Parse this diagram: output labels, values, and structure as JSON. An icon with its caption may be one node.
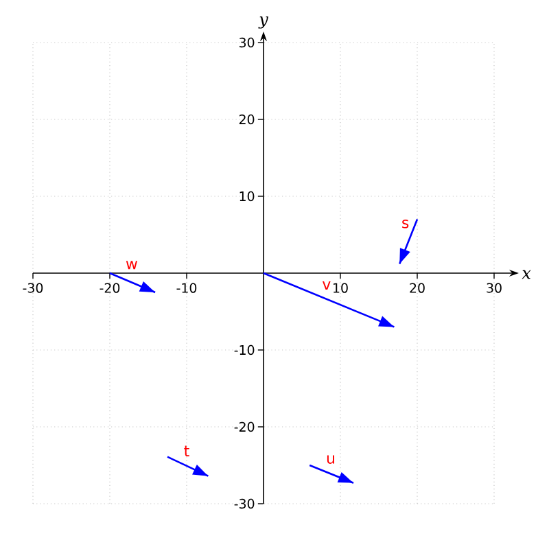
{
  "diagram": {
    "chart_data": {
      "type": "line",
      "xlabel": "x",
      "ylabel": "y",
      "grid": true,
      "xlim": [
        -30,
        30
      ],
      "ylim": [
        -30,
        30
      ],
      "xticks": [
        {
          "value": -30,
          "label": "-30"
        },
        {
          "value": -20,
          "label": "-20"
        },
        {
          "value": -10,
          "label": "-10"
        },
        {
          "value": 10,
          "label": "10"
        },
        {
          "value": 20,
          "label": "20"
        },
        {
          "value": 30,
          "label": "30"
        }
      ],
      "yticks": [
        {
          "value": -30,
          "label": "-30"
        },
        {
          "value": -20,
          "label": "-20"
        },
        {
          "value": -10,
          "label": "-10"
        },
        {
          "value": 10,
          "label": "10"
        },
        {
          "value": 20,
          "label": "20"
        },
        {
          "value": 30,
          "label": "30"
        }
      ],
      "series": [
        {
          "name": "s",
          "color": "#0000ff",
          "x": [
            20,
            17.7
          ],
          "values": [
            7,
            1.2
          ]
        },
        {
          "name": "t",
          "color": "#0000ff",
          "x": [
            -12.5,
            -7.2
          ],
          "values": [
            -23.9,
            -26.4
          ]
        },
        {
          "name": "u",
          "color": "#0000ff",
          "x": [
            6,
            11.7
          ],
          "values": [
            -25,
            -27.3
          ]
        },
        {
          "name": "v",
          "color": "#0000ff",
          "x": [
            0,
            17
          ],
          "values": [
            0,
            -7
          ]
        },
        {
          "name": "w",
          "color": "#0000ff",
          "x": [
            -20,
            -14.1
          ],
          "values": [
            0,
            -2.5
          ]
        }
      ]
    }
  }
}
